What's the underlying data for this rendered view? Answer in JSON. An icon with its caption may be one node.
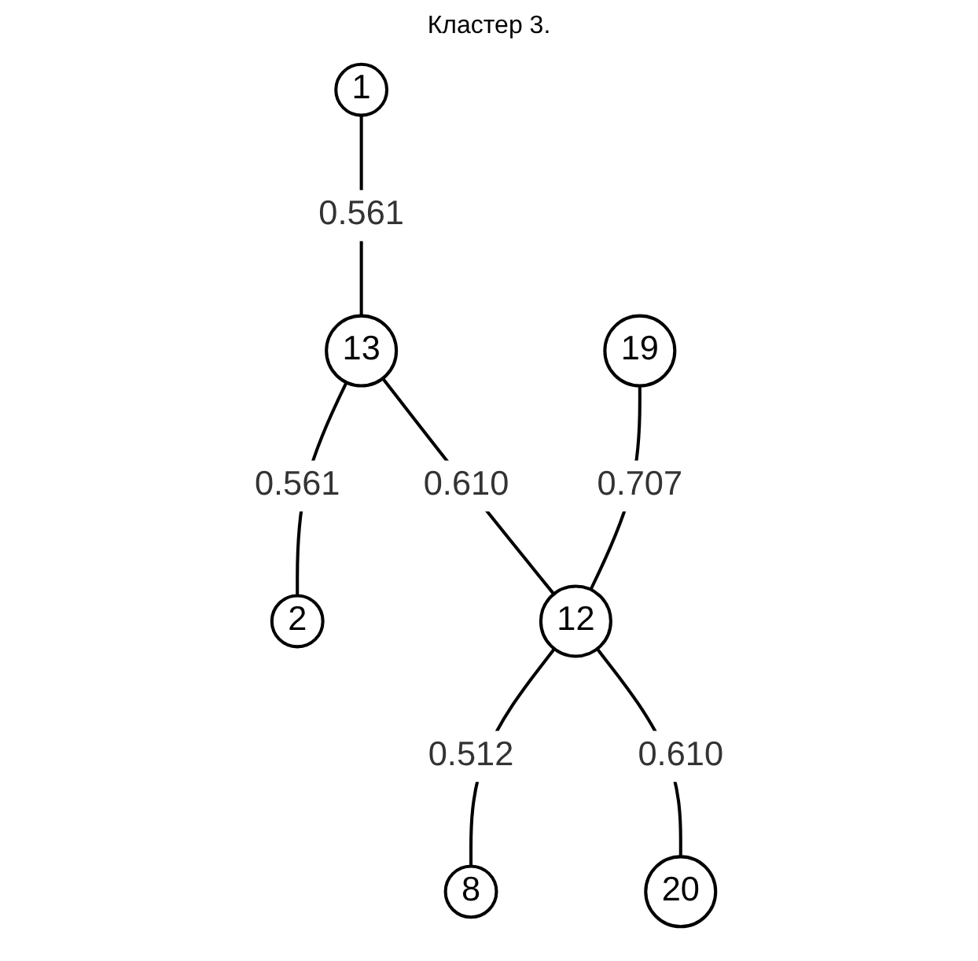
{
  "diagram": {
    "title": "Кластер 3.",
    "nodes": [
      {
        "text": [
          "1"
        ]
      },
      {
        "text": [
          "13"
        ]
      },
      {
        "text": [
          "2"
        ]
      },
      {
        "text": [
          "19"
        ]
      },
      {
        "text": [
          "12"
        ]
      },
      {
        "text": [
          "8"
        ]
      },
      {
        "text": [
          "20"
        ]
      }
    ],
    "edges": [
      {
        "from": 0,
        "to": 1,
        "arrow": "none",
        "label": "0.561"
      },
      {
        "from": 1,
        "to": 2,
        "arrow": "none",
        "label": "0.561"
      },
      {
        "from": 1,
        "to": 4,
        "arrow": "none",
        "label": "0.610"
      },
      {
        "from": 3,
        "to": 4,
        "arrow": "none",
        "label": "0.707"
      },
      {
        "from": 4,
        "to": 5,
        "arrow": "none",
        "label": "0.512"
      },
      {
        "from": 4,
        "to": 6,
        "arrow": "none",
        "label": "0.610"
      }
    ]
  }
}
